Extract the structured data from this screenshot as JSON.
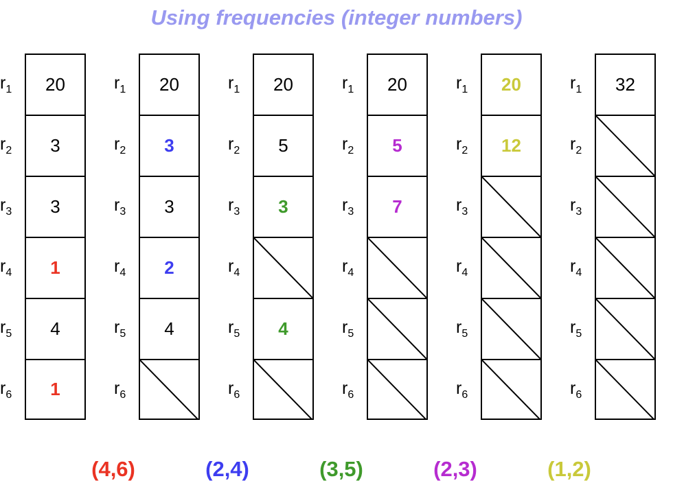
{
  "title": "Using frequencies (integer numbers)",
  "row_labels": [
    {
      "base": "r",
      "sub": "1"
    },
    {
      "base": "r",
      "sub": "2"
    },
    {
      "base": "r",
      "sub": "3"
    },
    {
      "base": "r",
      "sub": "4"
    },
    {
      "base": "r",
      "sub": "5"
    },
    {
      "base": "r",
      "sub": "6"
    }
  ],
  "colors": {
    "black": "#000000",
    "red": "#ea3323",
    "blue": "#3d3df0",
    "green": "#3f9a2b",
    "purple": "#b62cd0",
    "olive": "#c9c93a",
    "title": "#9999f0"
  },
  "columns": [
    {
      "cells": [
        {
          "value": "20",
          "color": "#000000",
          "bold": false
        },
        {
          "value": "3",
          "color": "#000000",
          "bold": false
        },
        {
          "value": "3",
          "color": "#000000",
          "bold": false
        },
        {
          "value": "1",
          "color": "#ea3323",
          "bold": true
        },
        {
          "value": "4",
          "color": "#000000",
          "bold": false
        },
        {
          "value": "1",
          "color": "#ea3323",
          "bold": true
        }
      ]
    },
    {
      "cells": [
        {
          "value": "20",
          "color": "#000000",
          "bold": false
        },
        {
          "value": "3",
          "color": "#3d3df0",
          "bold": true
        },
        {
          "value": "3",
          "color": "#000000",
          "bold": false
        },
        {
          "value": "2",
          "color": "#3d3df0",
          "bold": true
        },
        {
          "value": "4",
          "color": "#000000",
          "bold": false
        },
        {
          "empty": true
        }
      ]
    },
    {
      "cells": [
        {
          "value": "20",
          "color": "#000000",
          "bold": false
        },
        {
          "value": "5",
          "color": "#000000",
          "bold": false
        },
        {
          "value": "3",
          "color": "#3f9a2b",
          "bold": true
        },
        {
          "empty": true
        },
        {
          "value": "4",
          "color": "#3f9a2b",
          "bold": true
        },
        {
          "empty": true
        }
      ]
    },
    {
      "cells": [
        {
          "value": "20",
          "color": "#000000",
          "bold": false
        },
        {
          "value": "5",
          "color": "#b62cd0",
          "bold": true
        },
        {
          "value": "7",
          "color": "#b62cd0",
          "bold": true
        },
        {
          "empty": true
        },
        {
          "empty": true
        },
        {
          "empty": true
        }
      ]
    },
    {
      "cells": [
        {
          "value": "20",
          "color": "#c9c93a",
          "bold": true
        },
        {
          "value": "12",
          "color": "#c9c93a",
          "bold": true
        },
        {
          "empty": true
        },
        {
          "empty": true
        },
        {
          "empty": true
        },
        {
          "empty": true
        }
      ]
    },
    {
      "cells": [
        {
          "value": "32",
          "color": "#000000",
          "bold": false
        },
        {
          "empty": true
        },
        {
          "empty": true
        },
        {
          "empty": true
        },
        {
          "empty": true
        },
        {
          "empty": true
        }
      ]
    }
  ],
  "merge_pairs": [
    {
      "label": "(4,6)",
      "color": "#ea3323"
    },
    {
      "label": "(2,4)",
      "color": "#3d3df0"
    },
    {
      "label": "(3,5)",
      "color": "#3f9a2b"
    },
    {
      "label": "(2,3)",
      "color": "#b62cd0"
    },
    {
      "label": "(1,2)",
      "color": "#c9c93a"
    }
  ]
}
